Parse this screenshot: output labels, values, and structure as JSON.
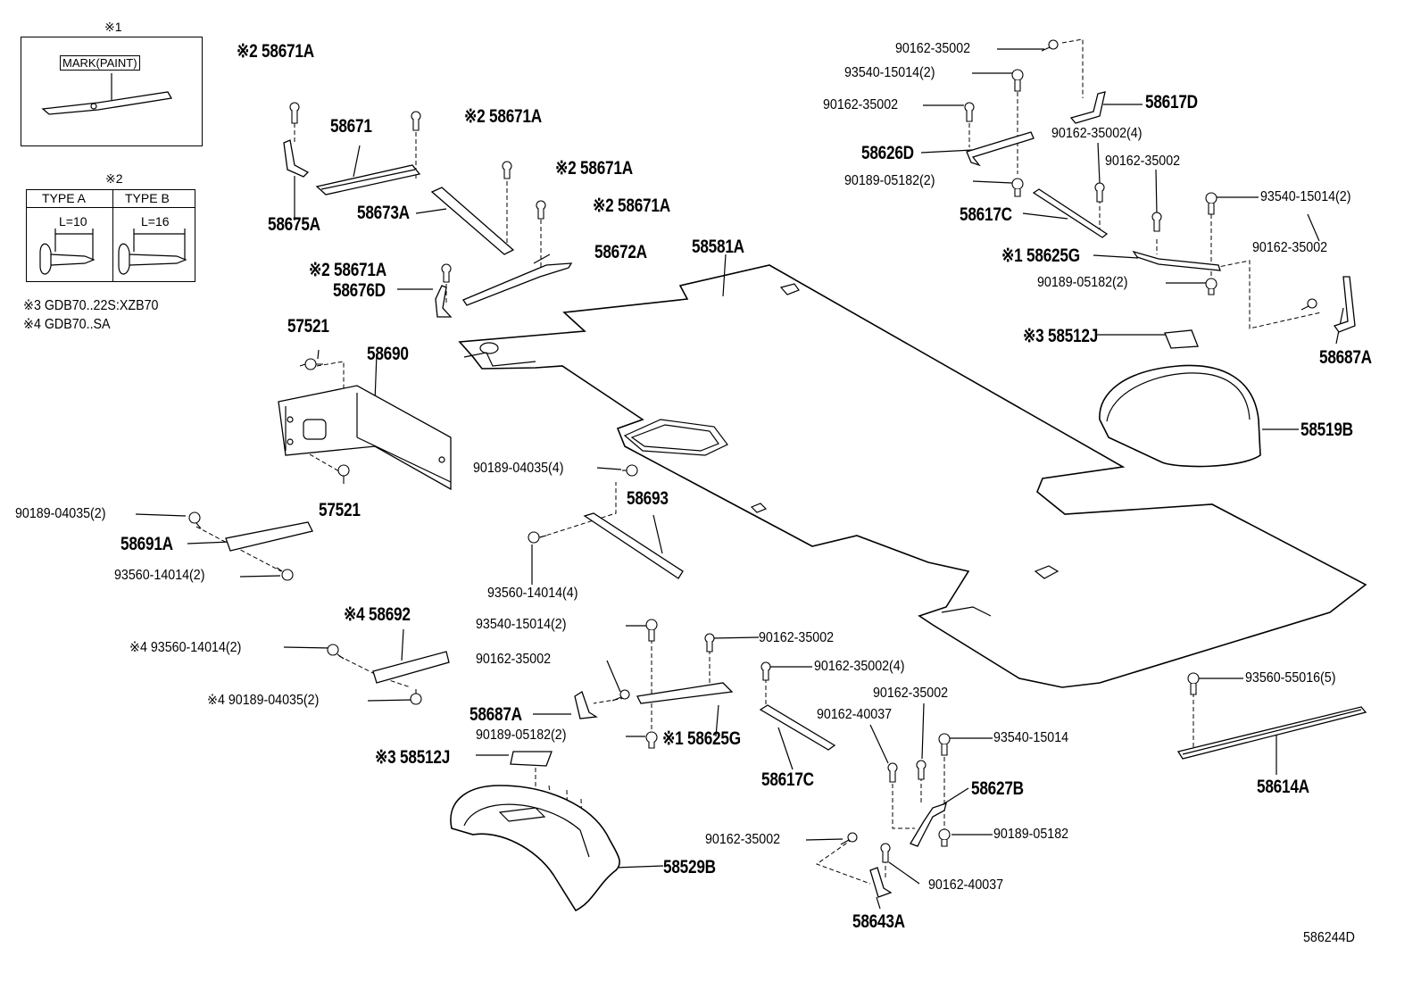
{
  "diagram_id": "586244D",
  "notes": {
    "n1_title": "※1",
    "n1_mark": "MARK(PAINT)",
    "n2_title": "※2",
    "type_a": "TYPE A",
    "type_b": "TYPE B",
    "type_a_len": "L=10",
    "type_b_len": "L=16",
    "n3": "※3 GDB70..22S:XZB70",
    "n4": "※4 GDB70..SA"
  },
  "labels": {
    "p58671A_1": "※2 58671A",
    "p58671": "58671",
    "p58671A_2": "※2 58671A",
    "p58675A": "58675A",
    "p58671A_3": "※2 58671A",
    "p58673A": "58673A",
    "p58671A_4": "※2 58671A",
    "p58671A_5": "※2 58671A",
    "p58672A": "58672A",
    "p58676D": "58676D",
    "p58581A": "58581A",
    "p57521_1": "57521",
    "p58690": "58690",
    "p57521_2": "57521",
    "p90189_04035_2a": "90189-04035(2)",
    "p58691A": "58691A",
    "p93560_14014_2a": "93560-14014(2)",
    "p90189_04035_4": "90189-04035(4)",
    "p58693": "58693",
    "p93560_14014_4": "93560-14014(4)",
    "p58692": "※4 58692",
    "p93560_14014_2b": "※4 93560-14014(2)",
    "p90189_04035_2b": "※4 90189-04035(2)",
    "p93540_15014_2a": "93540-15014(2)",
    "p90162_35002_a": "90162-35002",
    "p90162_35002_b": "90162-35002",
    "p58687A_a": "58687A",
    "p90189_05182_2a": "90189-05182(2)",
    "p58625G_a": "※1 58625G",
    "p90162_35002_4a": "90162-35002(4)",
    "p58617C_a": "58617C",
    "p58512J_a": "※3 58512J",
    "p58529B": "58529B",
    "p90162_35002_c": "90162-35002",
    "p90162_40037_a": "90162-40037",
    "p93540_15014": "93540-15014",
    "p58627B": "58627B",
    "p90189_05182": "90189-05182",
    "p90162_35002_d": "90162-35002",
    "p90162_40037_b": "90162-40037",
    "p58643A": "58643A",
    "p93560_55016_5": "93560-55016(5)",
    "p58614A": "58614A",
    "p90162_35002_e": "90162-35002",
    "p93540_15014_2b": "93540-15014(2)",
    "p58617D": "58617D",
    "p90162_35002_f": "90162-35002",
    "p90162_35002_4b": "90162-35002(4)",
    "p58626D": "58626D",
    "p90162_35002_g": "90162-35002",
    "p90189_05182_2b": "90189-05182(2)",
    "p58617C_b": "58617C",
    "p93540_15014_2c": "93540-15014(2)",
    "p58625G_b": "※1 58625G",
    "p90162_35002_h": "90162-35002",
    "p90189_05182_2c": "90189-05182(2)",
    "p58687A_b": "58687A",
    "p58512J_b": "※3 58512J",
    "p58519B": "58519B"
  }
}
